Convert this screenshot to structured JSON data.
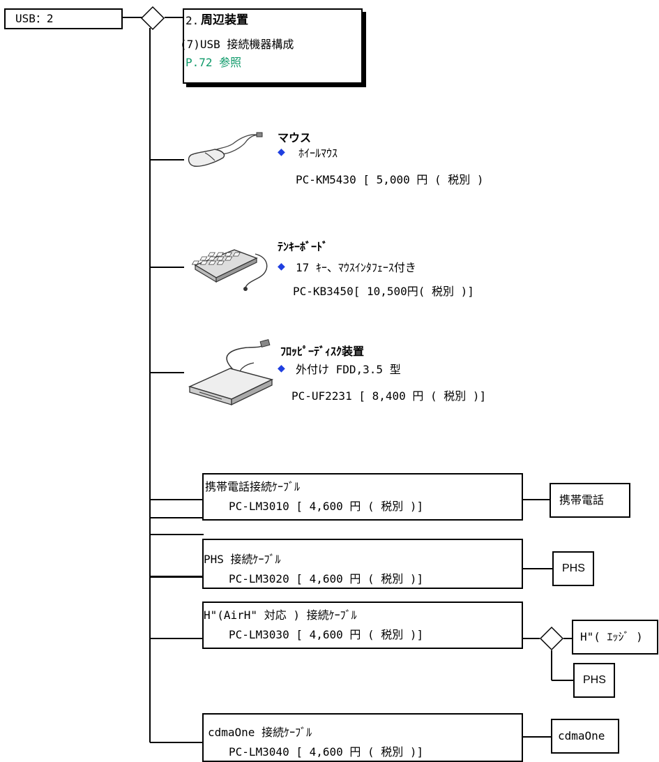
{
  "root": {
    "label": "USB：2"
  },
  "header_box": {
    "title_num": "2.",
    "title": "周辺装置",
    "subtitle": "(7)USB 接続機器構成",
    "ref": "P.72 参照"
  },
  "devices": [
    {
      "name": "マウス",
      "bullet": "◆",
      "spec": "ﾎｲｰﾙﾏｳｽ",
      "model": "PC-KM5430 [ 5,000 円 ( 税別 )"
    },
    {
      "name": "ﾃﾝｷｰﾎﾞｰﾄﾞ",
      "bullet": "◆",
      "spec": "17 ｷｰ、ﾏｳｽｲﾝﾀﾌｪｰｽ付き",
      "model": "PC-KB3450[ 10,500円( 税別 )]"
    },
    {
      "name": "ﾌﾛｯﾋﾟｰﾃﾞｨｽｸ装置",
      "bullet": "◆",
      "spec": "外付け FDD,3.5 型",
      "model": "PC-UF2231 [ 8,400 円 ( 税別 )]"
    }
  ],
  "cables": [
    {
      "name": "携帯電話接続ｹｰﾌﾞﾙ",
      "model": "PC-LM3010 [ 4,600 円 ( 税別 )]",
      "targets": [
        "携帯電話"
      ]
    },
    {
      "name": "PHS 接続ｹｰﾌﾞﾙ",
      "model": "PC-LM3020 [ 4,600 円 ( 税別 )]",
      "targets": [
        "PHS"
      ]
    },
    {
      "name": "H\"(AirH\" 対応 ) 接続ｹｰﾌﾞﾙ",
      "model": "PC-LM3030 [ 4,600 円 ( 税別 )]",
      "targets": [
        "H\"( ｴｯｼﾞ )",
        "PHS"
      ]
    },
    {
      "name": "cdmaOne 接続ｹｰﾌﾞﾙ",
      "model": "PC-LM3040 [ 4,600 円 ( 税別 )]",
      "targets": [
        "cdmaOne"
      ]
    }
  ]
}
